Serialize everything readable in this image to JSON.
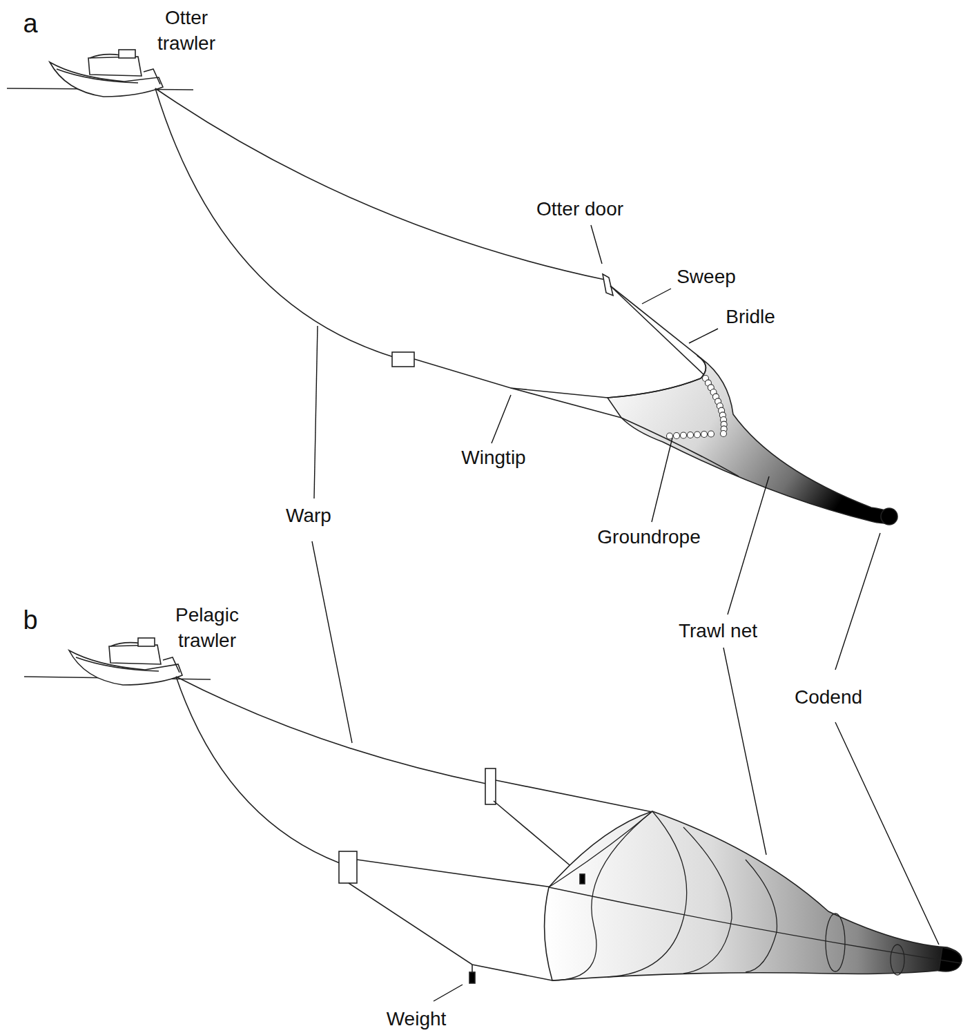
{
  "diagram": {
    "labels": [
      "a",
      "Otter trawler",
      "Otter door",
      "Sweep",
      "Bridle",
      "Wingtip",
      "Warp",
      "Groundrope",
      "Trawl net",
      "Codend",
      "b",
      "Pelagic trawler",
      "Weight"
    ]
  }
}
